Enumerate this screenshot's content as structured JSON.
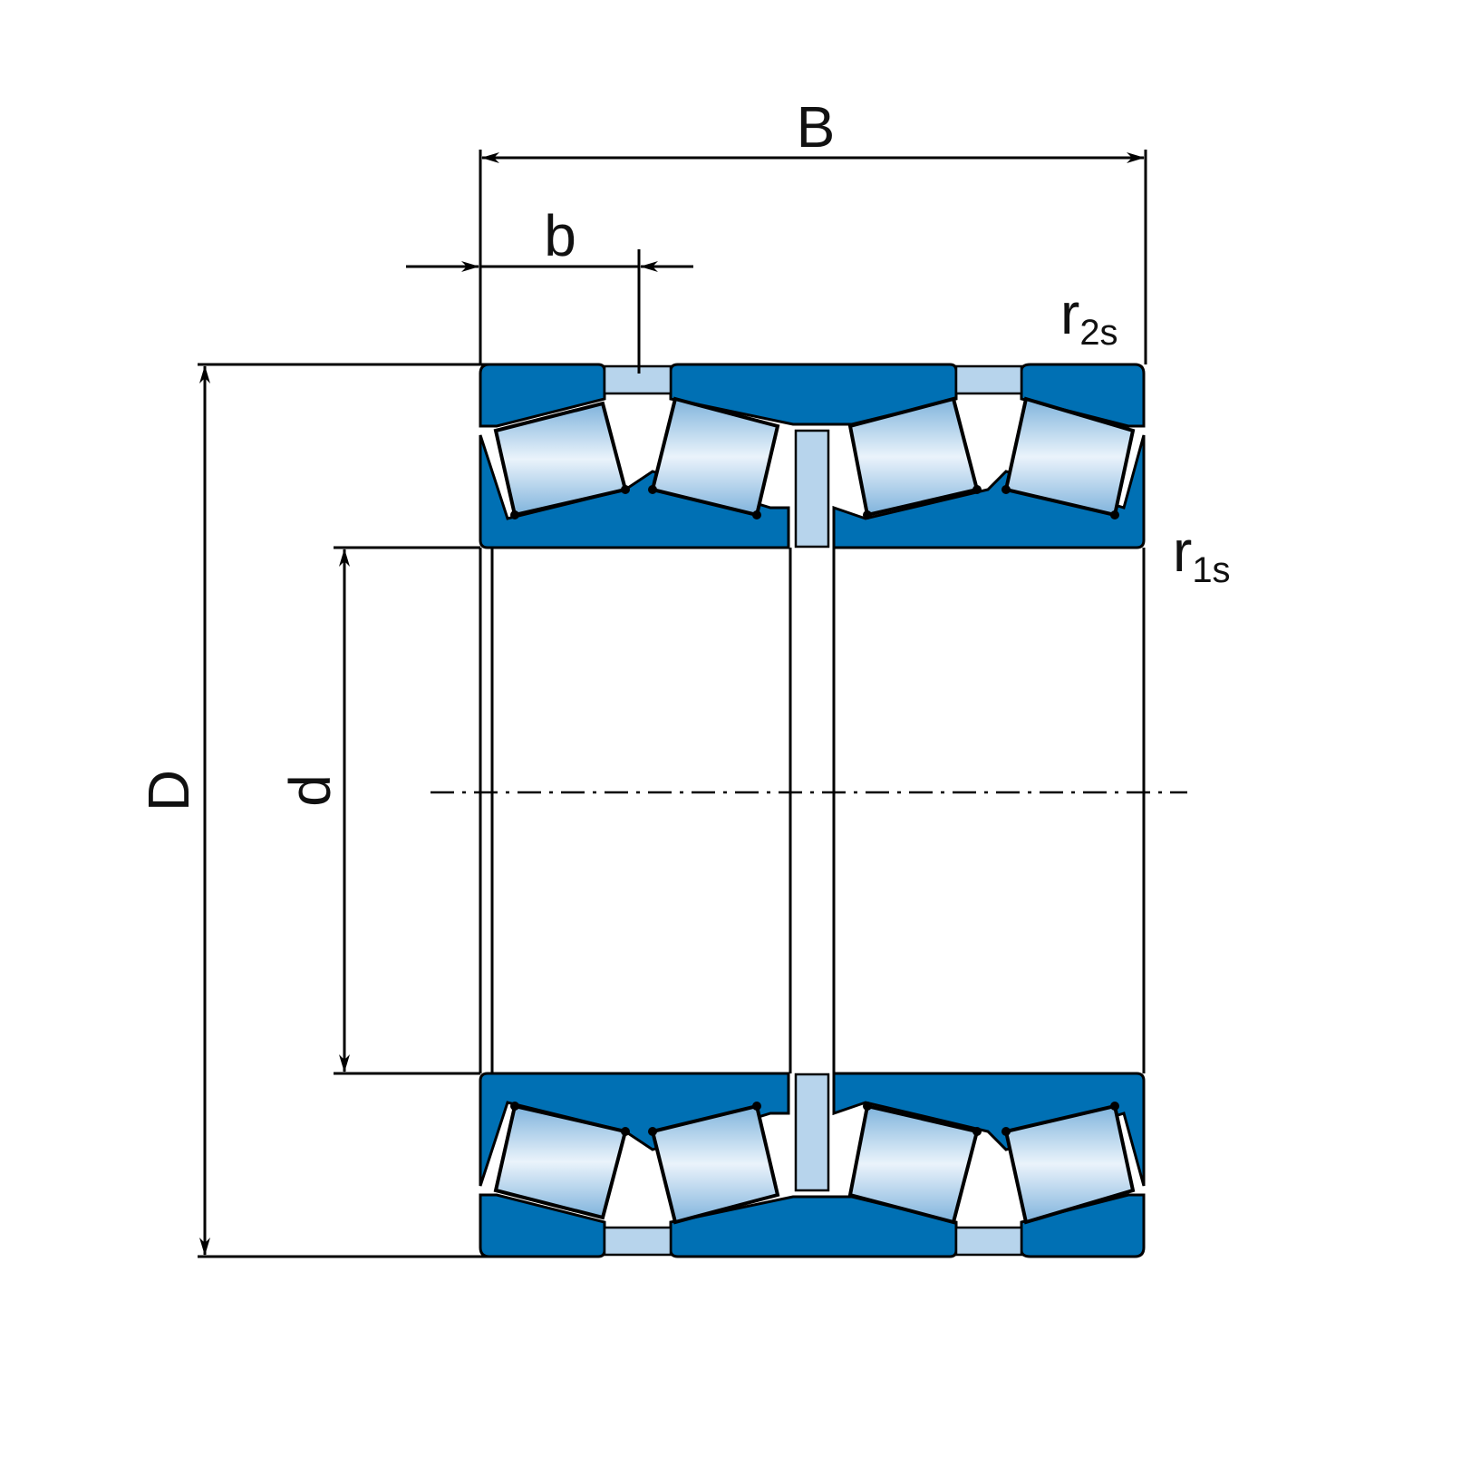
{
  "labels": {
    "B": "B",
    "b": "b",
    "D": "D",
    "d": "d",
    "r2": {
      "main": "r",
      "sub": "2s"
    },
    "r1": {
      "main": "r",
      "sub": "1s"
    }
  },
  "colors": {
    "ring": "#0070b4",
    "roller_light": "#eaf3fb",
    "roller_mid": "#7fb3dc",
    "spacer": "#b7d4ec",
    "line": "#000000"
  }
}
